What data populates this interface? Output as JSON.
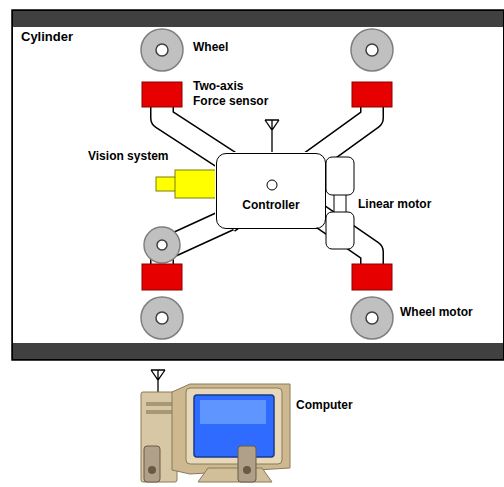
{
  "diagram": {
    "nodes": [
      {
        "text": [
          "Cylinder"
        ]
      },
      {
        "text": [
          "Controller"
        ],
        "in": 0
      }
    ],
    "labels": [
      "Wheel",
      "Two-axis Force sensor",
      "Vision system",
      "Linear motor",
      "Wheel motor",
      "Computer"
    ]
  }
}
